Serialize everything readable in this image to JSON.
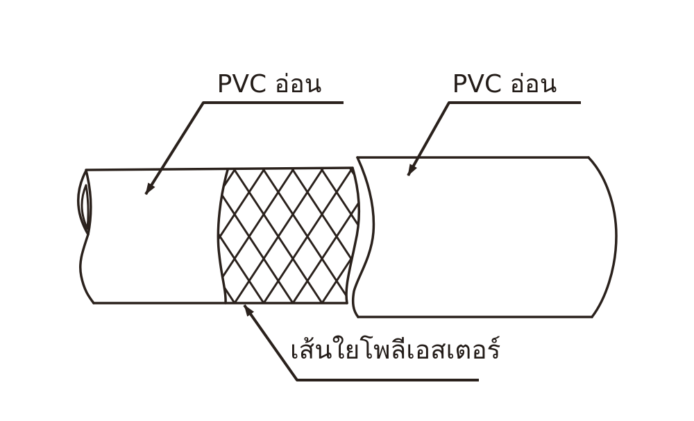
{
  "diagram": {
    "type": "hose-construction-cutaway",
    "labels": {
      "inner_layer": "PVC อ่อน",
      "outer_layer": "PVC อ่อน",
      "reinforcement": "เส้นใยโพลีเอสเตอร์"
    },
    "colors": {
      "line": "#2a211c",
      "text": "#231c18",
      "background": "#ffffff"
    }
  }
}
